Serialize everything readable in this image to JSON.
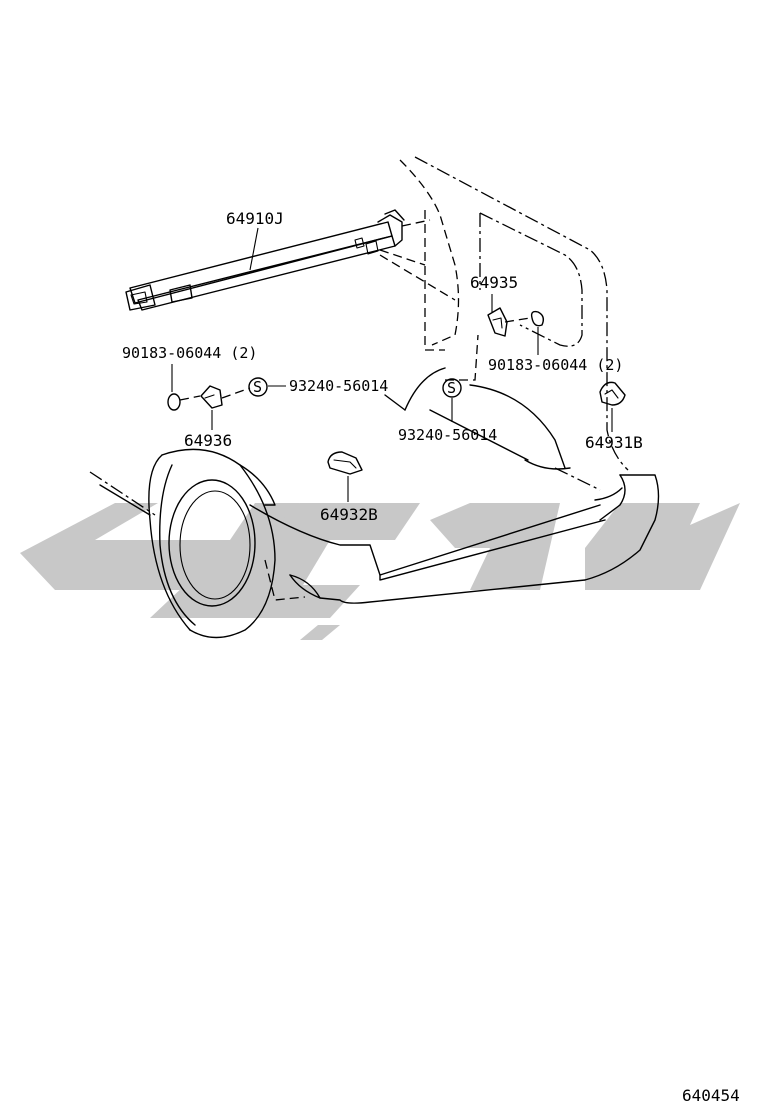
{
  "diagram": {
    "diagram_number": "640454",
    "part_labels": [
      {
        "id": "p64910j",
        "text": "64910J"
      },
      {
        "id": "p64935",
        "text": "64935"
      },
      {
        "id": "p90183_left",
        "text": "90183-06044 (2)"
      },
      {
        "id": "p90183_right",
        "text": "90183-06044 (2)"
      },
      {
        "id": "p93240_left",
        "text": "93240-56014"
      },
      {
        "id": "p93240_right",
        "text": "93240-56014"
      },
      {
        "id": "p64936",
        "text": "64936"
      },
      {
        "id": "p64931b",
        "text": "64931B"
      },
      {
        "id": "p64932b",
        "text": "64932B"
      }
    ],
    "screw_marker": "S",
    "colors": {
      "line": "#000000",
      "background": "#ffffff",
      "watermark": "#c8c8c8"
    }
  }
}
